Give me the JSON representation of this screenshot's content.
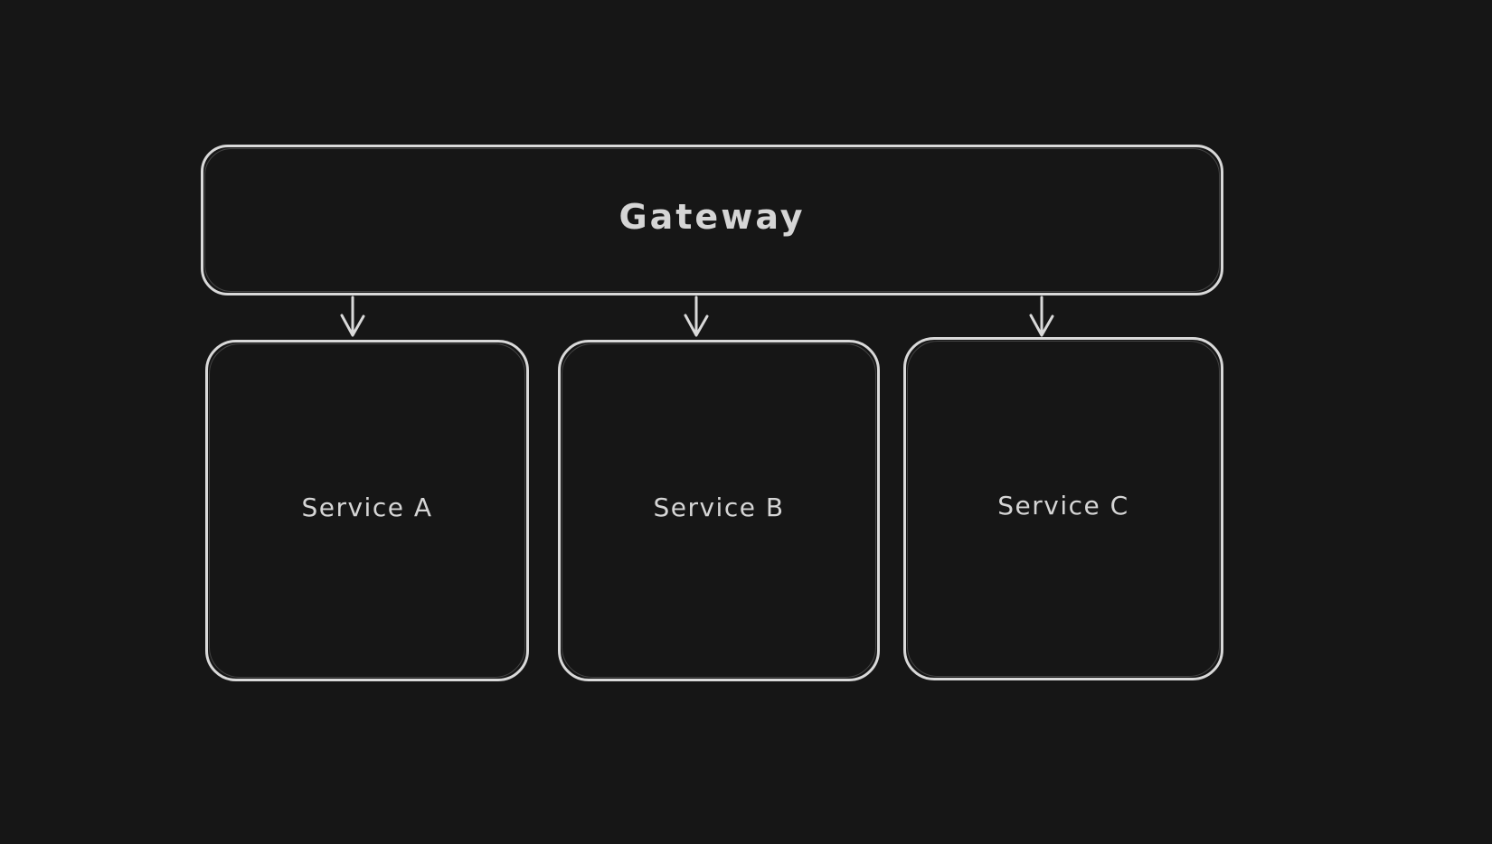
{
  "canvas": {
    "background": "#161616",
    "stroke_color": "#d9d9d9",
    "text_color": "#d5d5d5"
  },
  "nodes": {
    "gateway": {
      "label": "Gateway"
    },
    "service_a": {
      "label": "Service A"
    },
    "service_b": {
      "label": "Service B"
    },
    "service_c": {
      "label": "Service C"
    }
  },
  "connectors": [
    {
      "name": "gateway-to-service-a",
      "direction": "down"
    },
    {
      "name": "gateway-to-service-b",
      "direction": "down"
    },
    {
      "name": "gateway-to-service-c",
      "direction": "down"
    }
  ]
}
